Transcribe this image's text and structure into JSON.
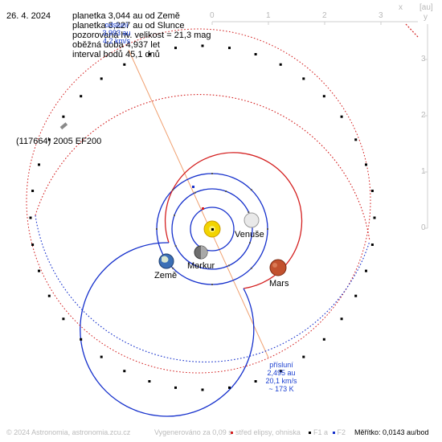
{
  "date": "26. 4. 2024",
  "info": [
    "planetka 3,044 au od Země",
    "planetka 3,227 au od Slunce",
    "pozorovaná hv. velikost = 21,3 mag",
    "oběžná doba 4,937 let",
    "interval bodů 45,1 dnů"
  ],
  "aphelion": {
    "label": "odsluní",
    "distance": "3,993 au",
    "speed": "4,2 km/s"
  },
  "asteroid_name": "(117664) 2005 EF200",
  "perihelion": {
    "label": "přísluní",
    "distance": "2,495 au",
    "speed": "20,1 km/s",
    "temp": "~ 173 K"
  },
  "planets": {
    "venus": "Venuše",
    "mercury": "Merkur",
    "earth": "Země",
    "mars": "Mars"
  },
  "axis": {
    "unit": "[au]",
    "x_label": "x",
    "y_label": "y",
    "x_ticks": [
      "0",
      "1",
      "2",
      "3"
    ],
    "y_ticks": [
      "3",
      "2",
      "1",
      "0"
    ]
  },
  "footer": {
    "copyright": "© 2024 Astronomia, astronomia.zcu.cz",
    "generated": "Vygenerováno za 0,09 s",
    "legend_center": "střed elipsy, ohniska",
    "legend_f1": "F1 a",
    "legend_f2": "F2",
    "scale": "Měřítko: 0,0143 au/bod"
  },
  "colors": {
    "orbit_near": "#d42020",
    "orbit_far": "#1530cc",
    "sun": "#f2d400",
    "mars": "#c2512e",
    "line": "#f0a070",
    "footer_text": "#bbbbbb"
  }
}
